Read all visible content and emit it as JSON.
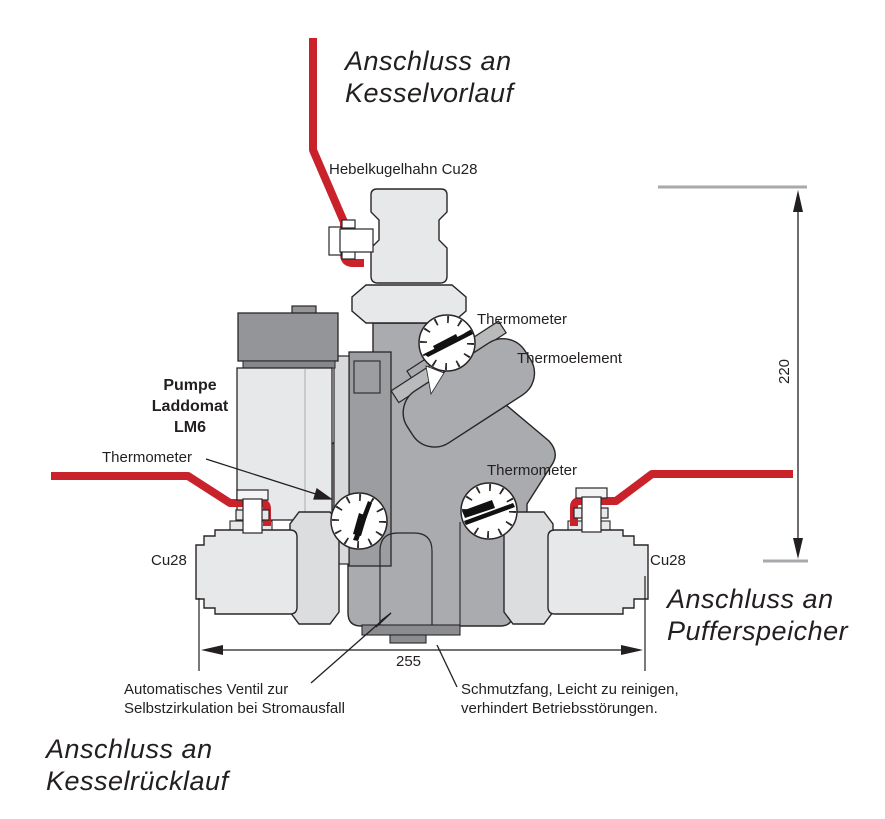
{
  "diagram": {
    "title_labels": {
      "kesselvorlauf": "Anschluss an\nKesselvorlauf",
      "pufferspeicher": "Anschluss an\nPufferspeicher",
      "kesselruecklauf": "Anschluss an\nKesselrücklauf"
    },
    "part_labels": {
      "hebelkugelhahn": "Hebelkugelhahn Cu28",
      "thermometer_top": "Thermometer",
      "thermoelement": "Thermoelement",
      "pumpe": "Pumpe\nLaddomat\nLM6",
      "thermometer_left": "Thermometer",
      "thermometer_right": "Thermometer",
      "cu28_left": "Cu28",
      "cu28_right": "Cu28",
      "auto_ventil": "Automatisches Ventil zur\nSelbstzirkulation bei Stromausfall",
      "schmutzfang": "Schmutzfang, Leicht zu reinigen,\nverhindert Betriebsstörungen."
    },
    "dimensions": {
      "height_mm": "220",
      "width_mm": "255"
    },
    "colors": {
      "pipe_red": "#c9222b",
      "body_light_gray": "#e7e8e9",
      "body_mid_gray": "#a9abae",
      "pump_cap_gray": "#939598",
      "flange_gray": "#9b9da0",
      "plate_gray": "#8a8c8f",
      "strip_gray": "#d8d9da",
      "union_gray": "#dcdddf",
      "outline": "#2a2627",
      "dim_tick_gray": "#a7a9ac"
    }
  }
}
